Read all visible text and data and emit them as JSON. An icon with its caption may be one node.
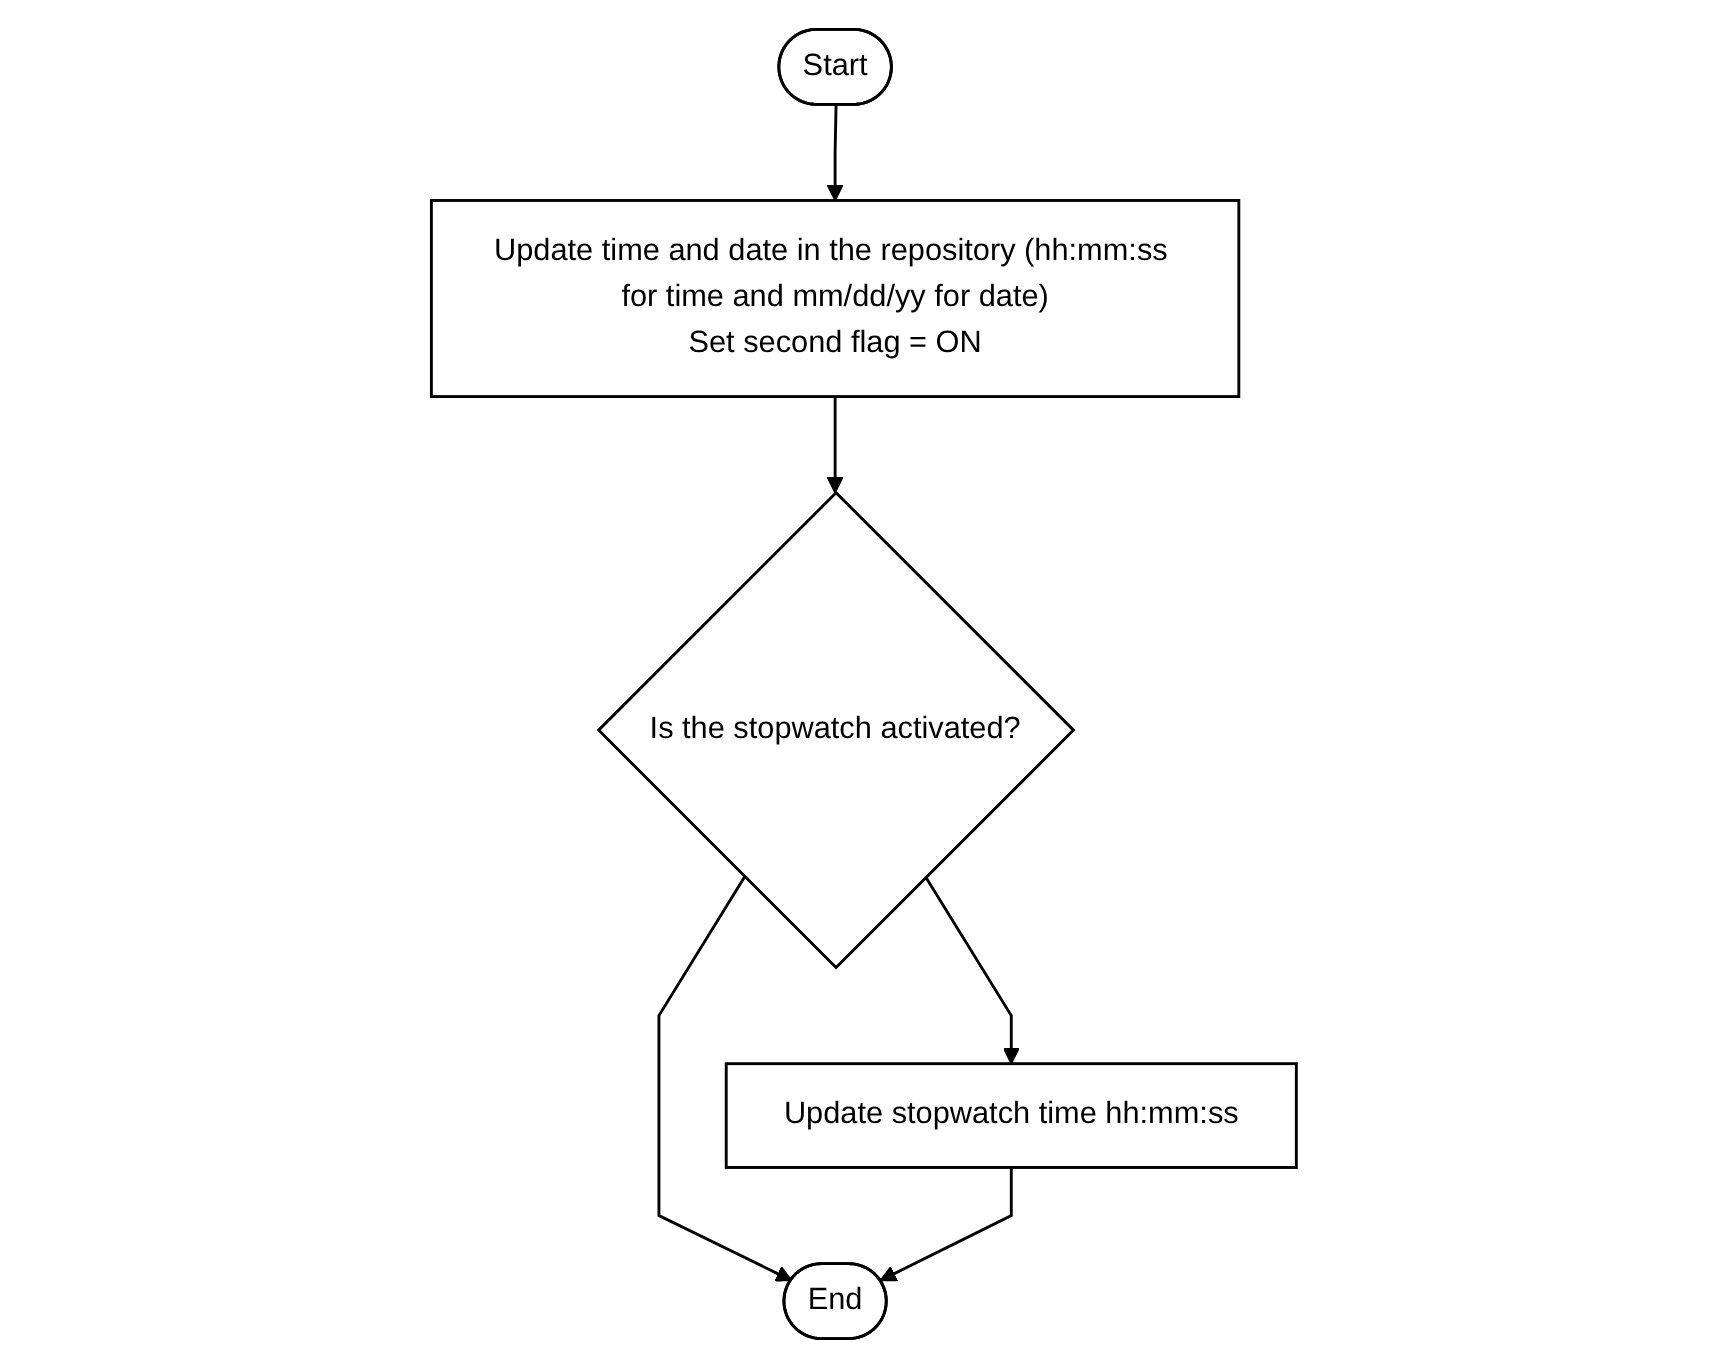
{
  "diagram": {
    "nodes": [
      {
        "text": [
          "Start"
        ]
      },
      {
        "text": [
          "Update time and date in the repository (hh:mm:ss for time and mm/dd/yy for date)",
          "Set second flag = ON"
        ]
      },
      {
        "text": [
          "Is the stopwatch activated?"
        ]
      },
      {
        "text": [
          "Update stopwatch time hh:mm:ss"
        ]
      },
      {
        "text": [
          "End"
        ]
      }
    ],
    "edges": [
      {
        "from": 0,
        "to": 1,
        "arrow": "to"
      },
      {
        "from": 1,
        "to": 2,
        "arrow": "to"
      },
      {
        "from": 2,
        "to": 3,
        "arrow": "to"
      },
      {
        "from": 2,
        "to": 4,
        "arrow": "to"
      },
      {
        "from": 3,
        "to": 4,
        "arrow": "to"
      }
    ]
  }
}
